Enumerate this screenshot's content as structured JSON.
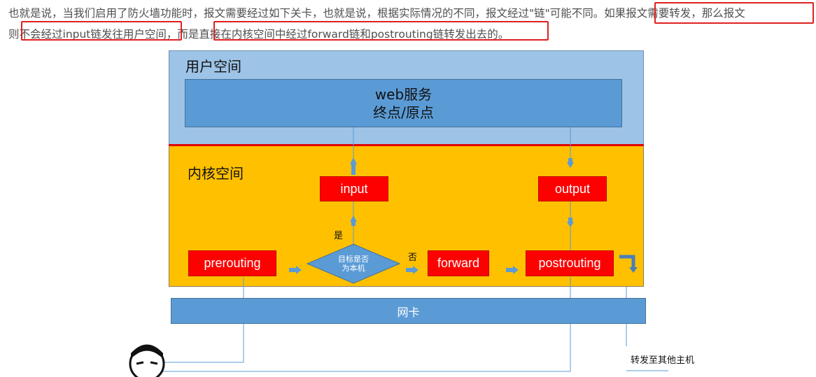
{
  "article": {
    "line1_part1": "也就是说，当我们启用了防火墙功能时，报文需要经过如下关卡，也就是说，根据实际情况的不同，报文经过\"链\"可能不同。",
    "line1_part2": "如果报文需要转发，那么报文",
    "line2_part1": "则",
    "line2_part2": "不会经过input链发往用户空间",
    "line2_part3": "，而是",
    "line2_part4": "直接在内核空间中经过forward链和postrouting链转发出去的。"
  },
  "diagram": {
    "user_space_label": "用户空间",
    "kernel_space_label": "内核空间",
    "service_line1": "web服务",
    "service_line2": "终点/原点",
    "chains": {
      "input": "input",
      "output": "output",
      "prerouting": "prerouting",
      "forward": "forward",
      "postrouting": "postrouting"
    },
    "decision_line1": "目标是否",
    "decision_line2": "为本机",
    "yes_label": "是",
    "no_label": "否",
    "nic_label": "网卡",
    "forward_host_label": "转发至其他主机"
  },
  "colors": {
    "highlight": "#e02020",
    "user_space": "#9dc3e6",
    "kernel_space": "#ffc000",
    "chain": "#ff0000",
    "service": "#5b9bd5"
  }
}
